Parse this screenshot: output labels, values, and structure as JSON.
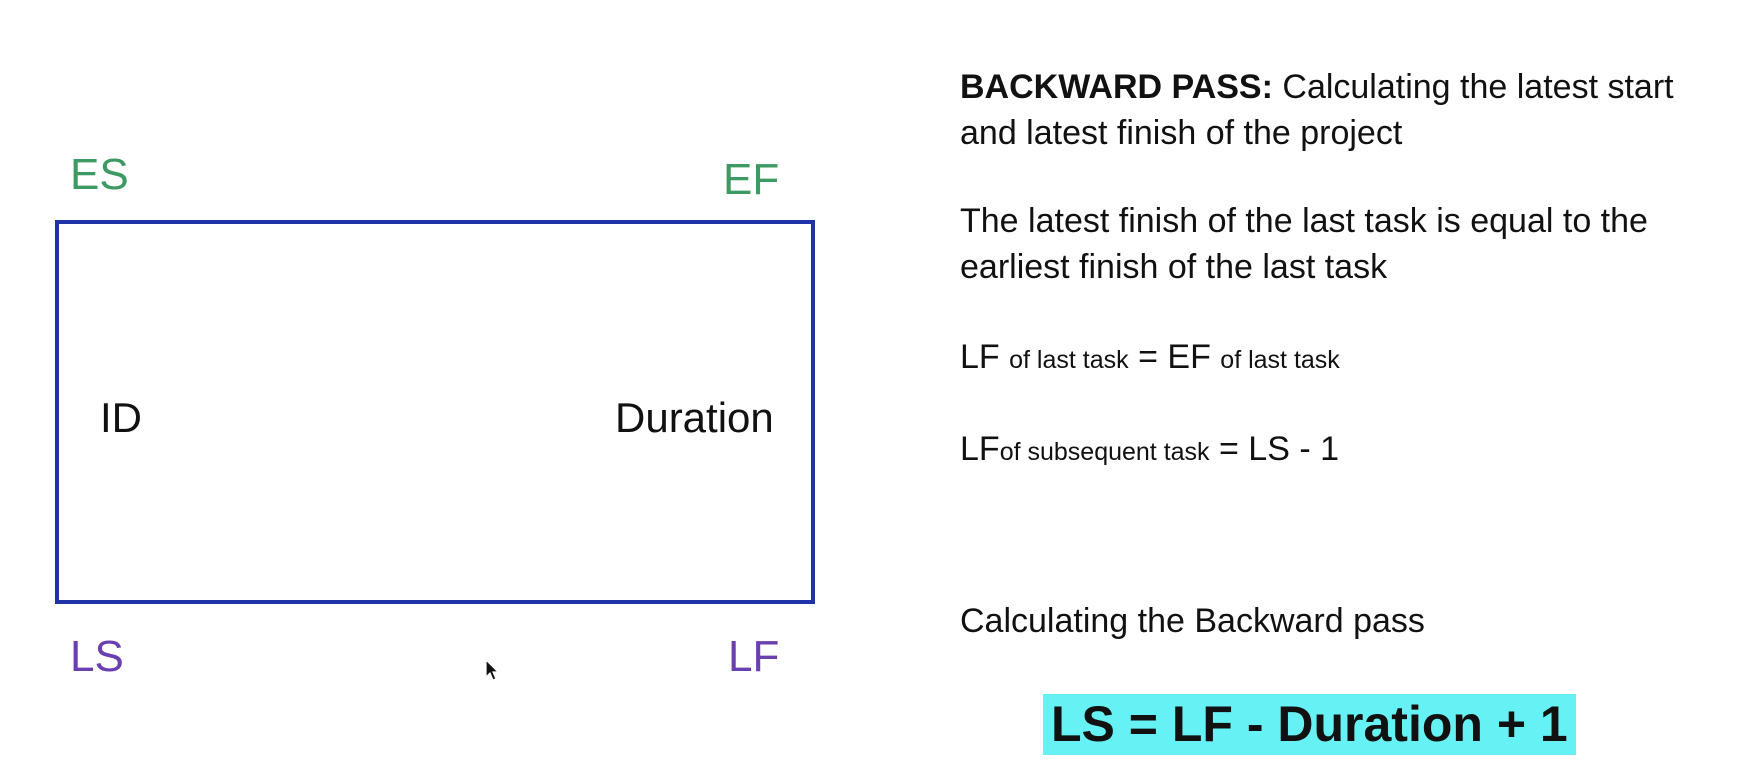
{
  "diagram": {
    "corners": {
      "es": "ES",
      "ef": "EF",
      "ls": "LS",
      "lf": "LF"
    },
    "node": {
      "id_label": "ID",
      "duration_label": "Duration"
    },
    "colors": {
      "box_border": "#1f33a8",
      "early_labels": "#3d9a63",
      "late_labels": "#6a3fb0",
      "highlight": "#66f2f5"
    }
  },
  "explanation": {
    "heading_bold": "BACKWARD PASS:",
    "heading_rest": " Calculating the latest start and latest finish of the project",
    "paragraph": "The latest finish of the last task is equal to the earliest finish of the last task",
    "formula_last": {
      "lhs": "LF",
      "lhs_sub": "of last task",
      "eq": " = ",
      "rhs": "EF",
      "rhs_sub": "of last task"
    },
    "formula_subsequent": {
      "lhs": "LF",
      "lhs_sub": "of subsequent task",
      "rest": " = LS - 1"
    },
    "caption": "Calculating the Backward pass",
    "highlight_formula": "LS = LF - Duration + 1"
  },
  "cursor_icon": "mouse-pointer-icon"
}
